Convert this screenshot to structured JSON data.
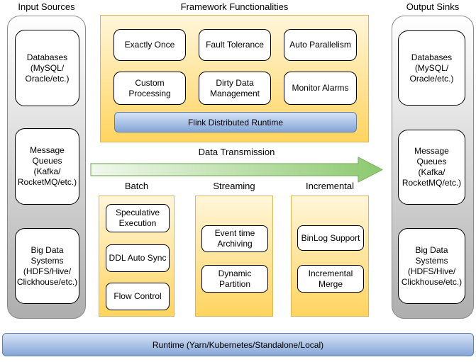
{
  "input_sources": {
    "title": "Input Sources",
    "items": [
      "Databases\n(MySQL/\nOracle/etc.)",
      "Message\nQueues\n(Kafka/\nRocketMQ/etc.)",
      "Big Data\nSystems\n(HDFS/Hive/\nClickhouse/etc.)"
    ]
  },
  "output_sinks": {
    "title": "Output Sinks",
    "items": [
      "Databases\n(MySQL/\nOracle/etc.)",
      "Message\nQueues\n(Kafka/\nRocketMQ/etc.)",
      "Big Data\nSystems\n(HDFS/Hive/\nClickhouse/etc.)"
    ]
  },
  "framework": {
    "title": "Framework Functionalities",
    "features": [
      "Exactly Once",
      "Fault Tolerance",
      "Auto Parallelism",
      "Custom\nProcessing",
      "Dirty Data\nManagement",
      "Monitor Alarms"
    ],
    "runtime_bar": "Flink Distributed Runtime"
  },
  "transmission": {
    "label": "Data Transmission"
  },
  "modes": [
    {
      "title": "Batch",
      "items": [
        "Speculative\nExecution",
        "DDL Auto Sync",
        "Flow Control"
      ]
    },
    {
      "title": "Streaming",
      "items": [
        "Event time\nArchiving",
        "Dynamic Partition"
      ]
    },
    {
      "title": "Incremental",
      "items": [
        "BinLog Support",
        "Incremental\nMerge"
      ]
    }
  ],
  "runtime": {
    "label": "Runtime (Yarn/Kubernetes/Standalone/Local)"
  },
  "colors": {
    "yellow_top": "#fff6da",
    "yellow_bottom": "#ffd45f",
    "yellow_border": "#d6b656",
    "gray_top": "#ffffff",
    "gray_bottom": "#aeaeae",
    "blue_top": "#d6e3f8",
    "blue_bottom": "#84a5d6",
    "green_start": "#f1f8ed",
    "green_end": "#8cc96f",
    "green_border": "#82b366",
    "box_border": "#000000"
  }
}
